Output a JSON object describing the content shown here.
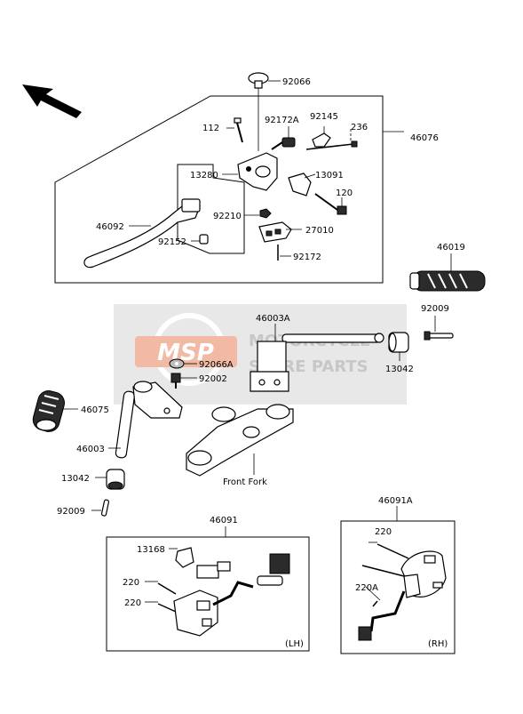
{
  "diagram": {
    "part_labels": {
      "p92066": "92066",
      "p112": "112",
      "p92172A": "92172A",
      "p92145": "92145",
      "p236": "236",
      "p46076": "46076",
      "p13280": "13280",
      "p13091": "13091",
      "p120": "120",
      "p46092": "46092",
      "p92210": "92210",
      "p27010": "27010",
      "p92152": "92152",
      "p92172": "92172",
      "p46019": "46019",
      "p46003A": "46003A",
      "p92009_right": "92009",
      "p13042_right": "13042",
      "p92066A": "92066A",
      "p92002": "92002",
      "p46075": "46075",
      "p46003": "46003",
      "p13042_left": "13042",
      "p92009_left": "92009",
      "p46091": "46091",
      "p13168": "13168",
      "p220_a": "220",
      "p220_b": "220",
      "p46091A": "46091A",
      "p220_c": "220",
      "p220A": "220A"
    },
    "front_fork_label": "Front Fork",
    "lh_label": "(LH)",
    "rh_label": "(RH)"
  },
  "watermark": {
    "logo_text": "MSP",
    "line1": "MOTORCYCLE",
    "line2": "SPARE PARTS"
  },
  "colors": {
    "watermark_logo": "#e8825a",
    "watermark_band": "#cfcfcf"
  }
}
